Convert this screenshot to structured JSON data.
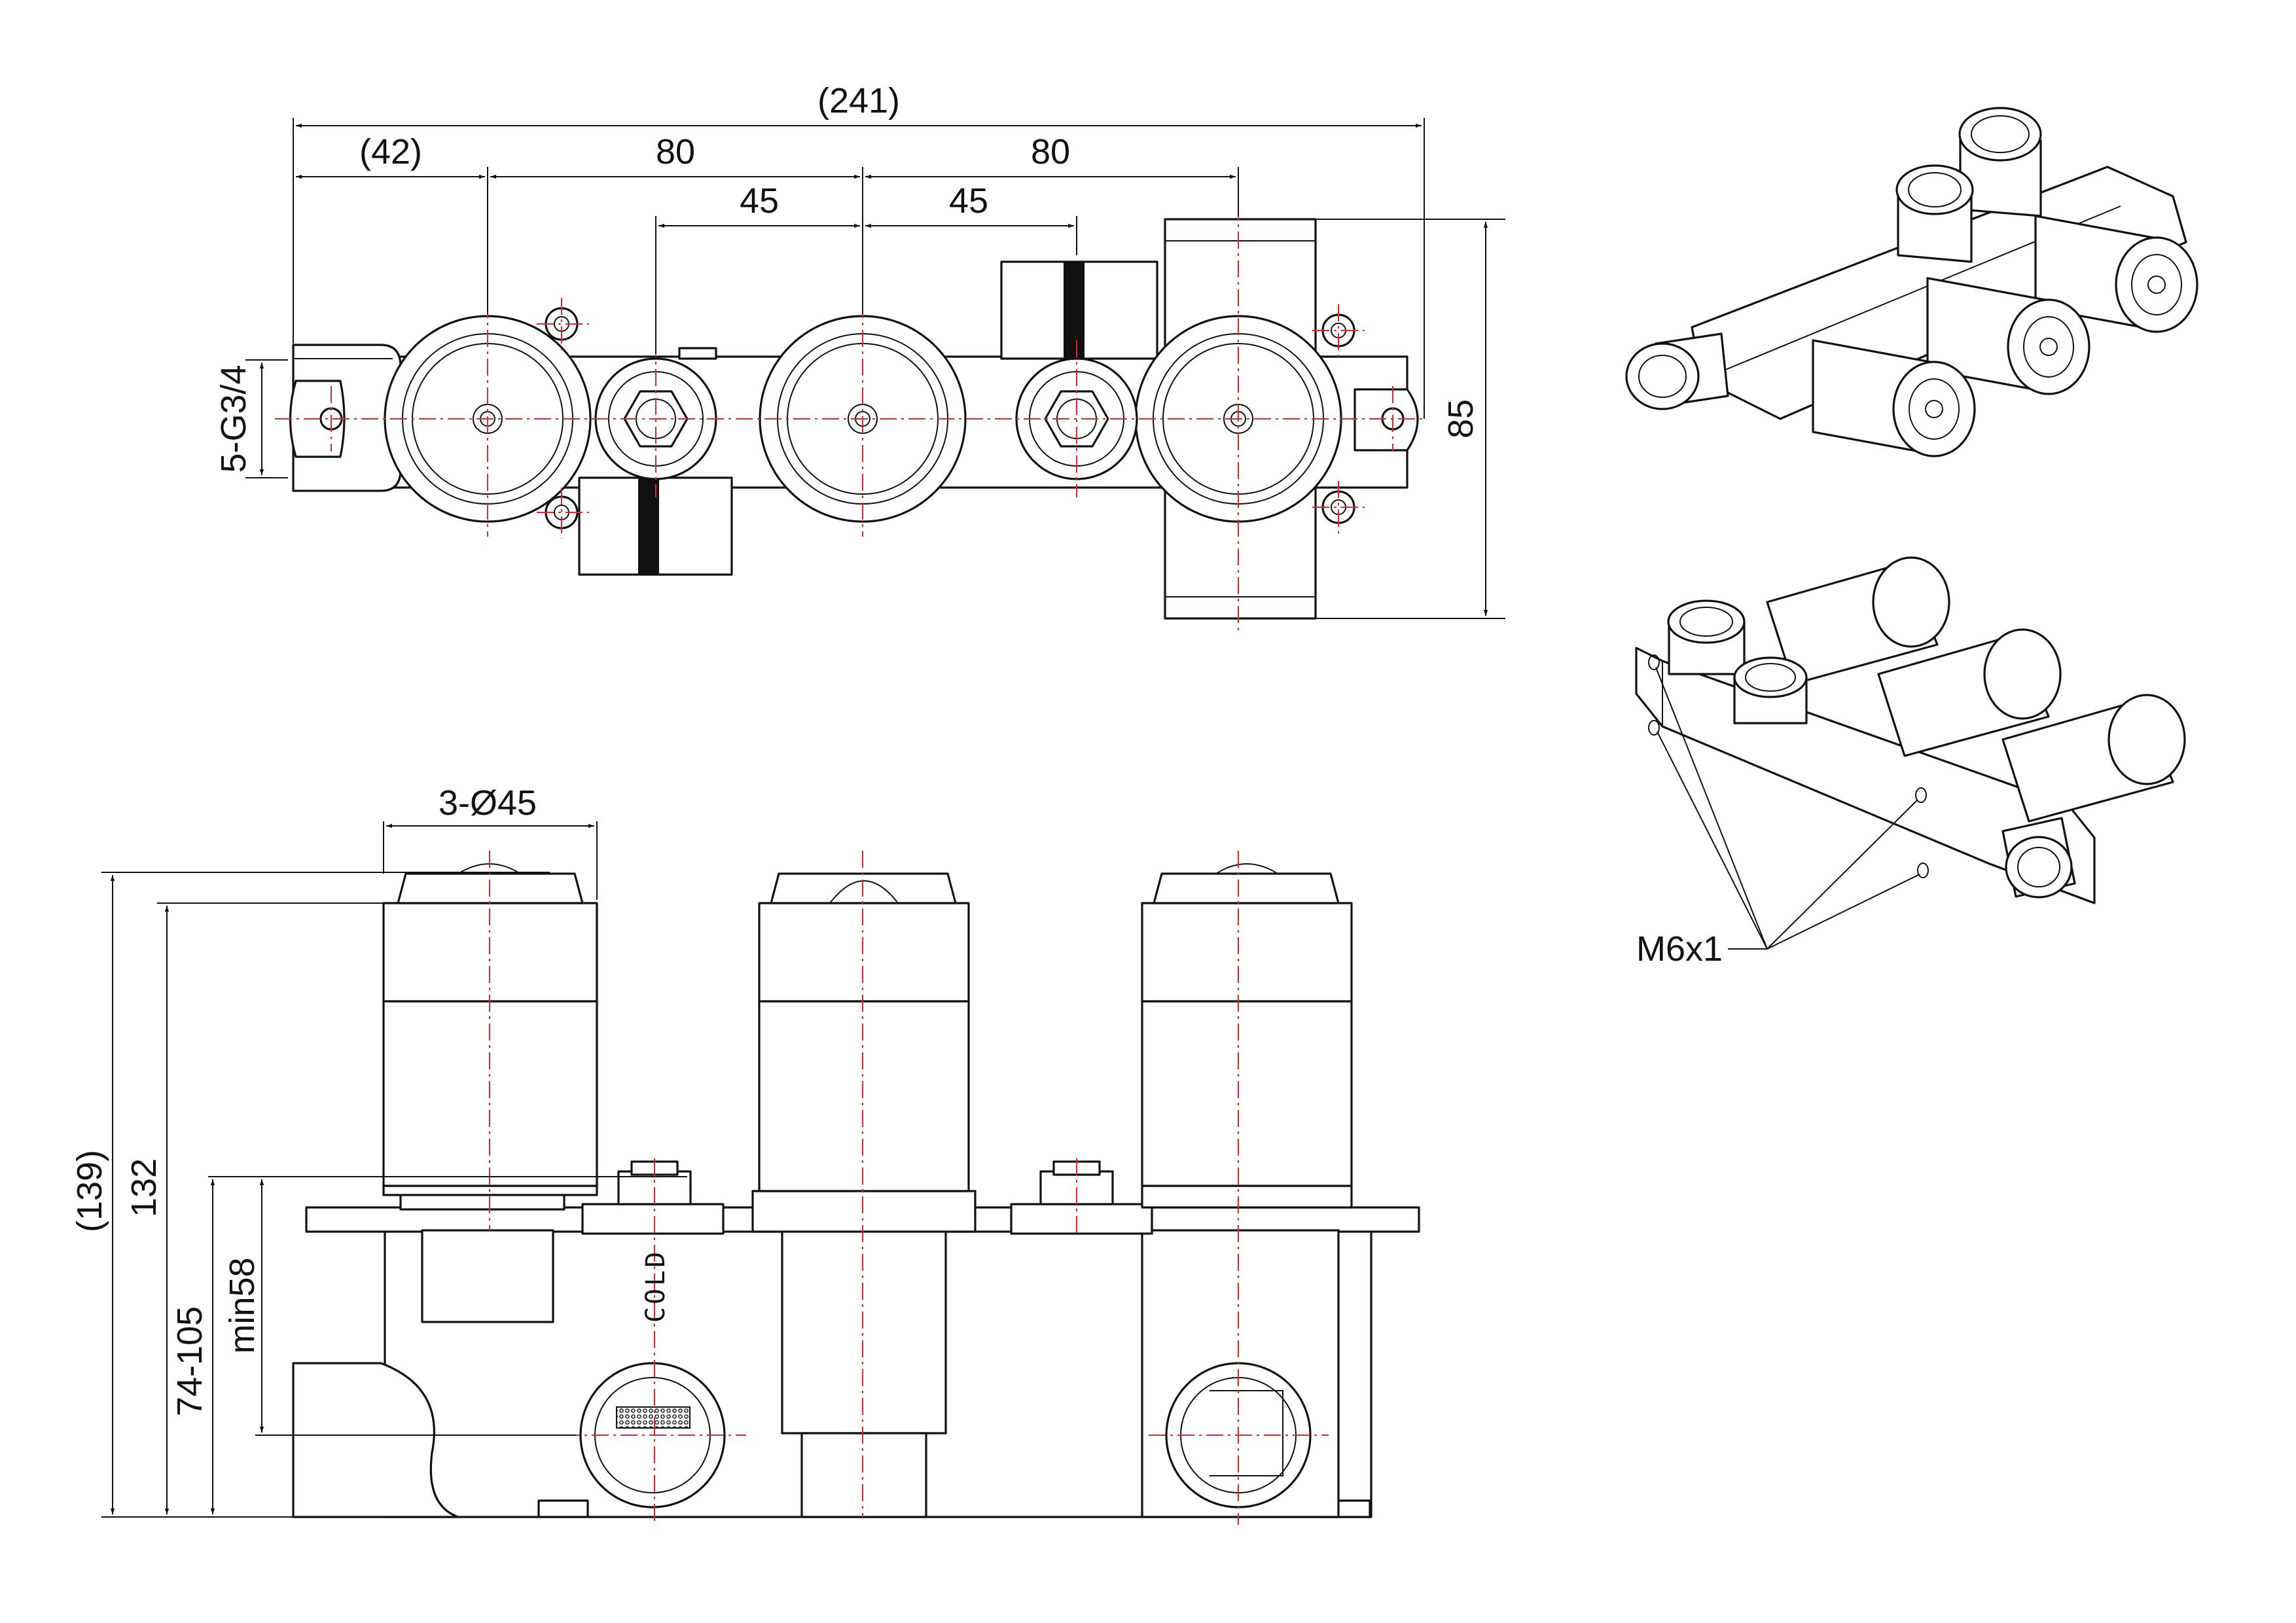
{
  "plan_view": {
    "dims": {
      "overall_width": "(241)",
      "left_offset": "(42)",
      "center_pitch_left": "80",
      "center_pitch_right": "80",
      "stop_pitch_left": "45",
      "stop_pitch_right": "45",
      "inlet_thread": "5-G3/4",
      "body_height": "85"
    }
  },
  "front_view": {
    "dims": {
      "cap_diameter": "3-Ø45",
      "overall_depth": "(139)",
      "depth_to_cap": "132",
      "install_range": "74-105",
      "min_depth": "min58"
    },
    "stamp_label": "COLD"
  },
  "iso_view": {
    "callout": "M6x1"
  }
}
